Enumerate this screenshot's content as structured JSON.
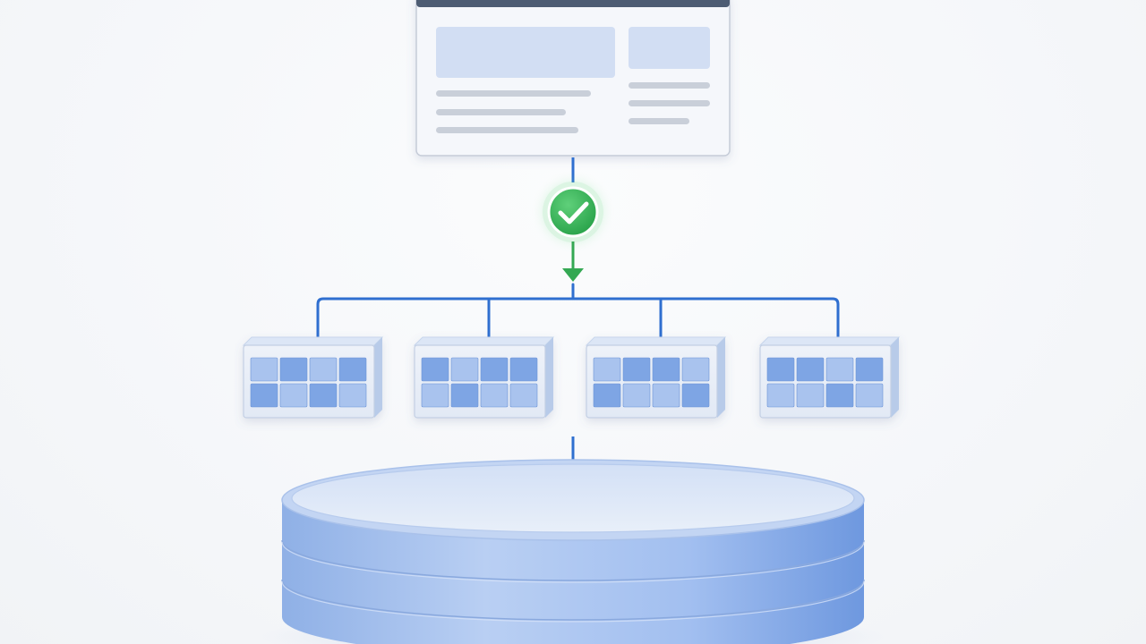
{
  "colors": {
    "connector": "#2f6fd0",
    "success": "#34a853",
    "success_dark": "#1f8b3f",
    "window_border": "#c5ccd8",
    "window_titlebar": "#4d5b73",
    "window_placeholder": "#d2def3",
    "text_line": "#c9cfd9",
    "block_face": "#e9eef7",
    "block_top": "#dce6f6",
    "block_side": "#b8cbe9",
    "cell_fill": "#7ea5e4",
    "cell_light": "#a9c3ee",
    "db_body": "#9ebbea",
    "db_top": "#dbe6f8"
  },
  "icons": {
    "validation": "check-circle-icon",
    "arrow": "arrow-down-icon",
    "window": "browser-window-icon",
    "block": "data-block-icon",
    "database": "database-cylinder-icon"
  },
  "diagram": {
    "nodes": [
      {
        "id": "source-window",
        "kind": "window"
      },
      {
        "id": "validation-check",
        "kind": "check",
        "status": "passed"
      },
      {
        "id": "partition-1",
        "kind": "block",
        "cells": 8
      },
      {
        "id": "partition-2",
        "kind": "block",
        "cells": 8
      },
      {
        "id": "partition-3",
        "kind": "block",
        "cells": 8
      },
      {
        "id": "partition-4",
        "kind": "block",
        "cells": 8
      },
      {
        "id": "storage-database",
        "kind": "database",
        "layers": 3
      }
    ],
    "edges": [
      {
        "from": "source-window",
        "to": "validation-check"
      },
      {
        "from": "validation-check",
        "to": "partition-1"
      },
      {
        "from": "validation-check",
        "to": "partition-2"
      },
      {
        "from": "validation-check",
        "to": "partition-3"
      },
      {
        "from": "validation-check",
        "to": "partition-4"
      },
      {
        "from": "partition-1",
        "to": "storage-database"
      }
    ]
  }
}
